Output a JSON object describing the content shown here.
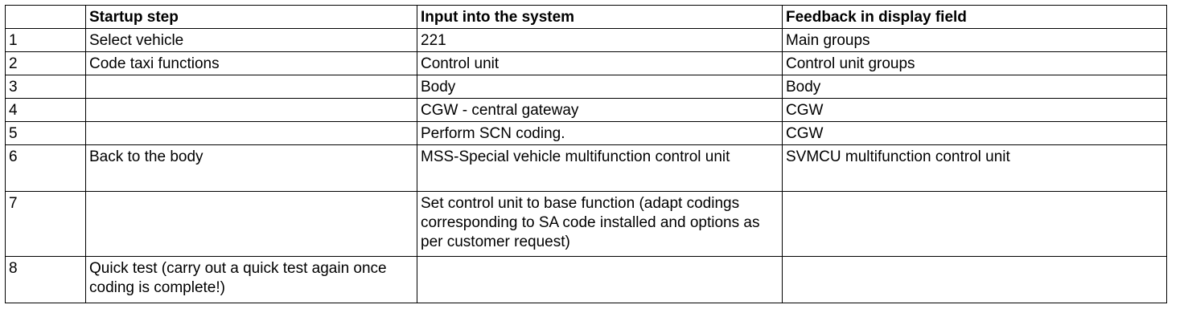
{
  "table": {
    "headers": [
      "",
      "Startup step",
      "Input into the system",
      "Feedback in display field"
    ],
    "rows": [
      {
        "num": "1",
        "step": "Select vehicle",
        "input": "221",
        "feedback": "Main groups"
      },
      {
        "num": "2",
        "step": "Code taxi functions",
        "input": "Control unit",
        "feedback": "Control unit groups"
      },
      {
        "num": "3",
        "step": "",
        "input": "Body",
        "feedback": "Body"
      },
      {
        "num": "4",
        "step": "",
        "input": "CGW - central gateway",
        "feedback": "CGW"
      },
      {
        "num": "5",
        "step": "",
        "input": "Perform SCN coding.",
        "feedback": "CGW"
      },
      {
        "num": "6",
        "step": "Back to the body",
        "input": "MSS-Special vehicle multifunction control unit",
        "feedback": "SVMCU multifunction control unit"
      },
      {
        "num": "7",
        "step": "",
        "input": "Set control unit to base function (adapt codings corresponding to SA code installed and options as per customer request)",
        "feedback": ""
      },
      {
        "num": "8",
        "step": "Quick test (carry out a quick test again once coding is complete!)",
        "input": "",
        "feedback": ""
      }
    ]
  }
}
